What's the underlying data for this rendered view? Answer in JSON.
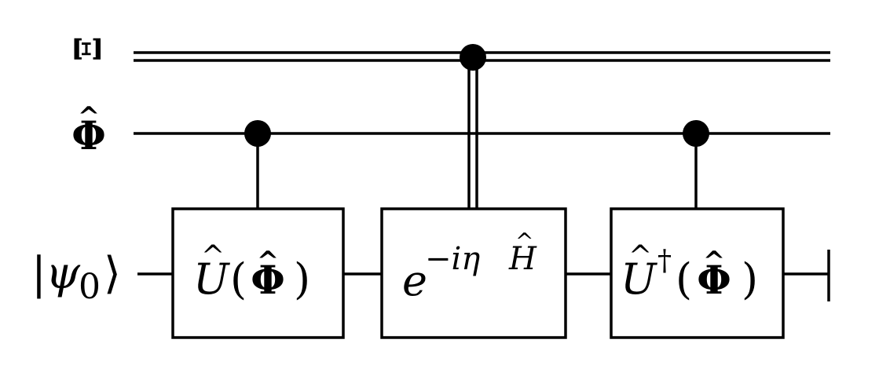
{
  "registers": {
    "xi": {
      "label": "Ξ"
    },
    "phi": {
      "label": "Φ",
      "hat": "^"
    },
    "state": {
      "bar_left": "|",
      "psi": "ψ",
      "subscript": "0",
      "bracket": "⟩"
    }
  },
  "gates": {
    "u": {
      "letter": "U",
      "hat": "^",
      "open": "(",
      "arg": "Φ",
      "arg_hat": "^",
      "close": ")"
    },
    "exp": {
      "base": "e",
      "exponent": "−iη",
      "h_letter": "H",
      "h_hat": "^"
    },
    "udag": {
      "letter": "U",
      "hat": "^",
      "dagger": "†",
      "open": "(",
      "arg": "Φ",
      "arg_hat": "^",
      "close": ")"
    }
  }
}
